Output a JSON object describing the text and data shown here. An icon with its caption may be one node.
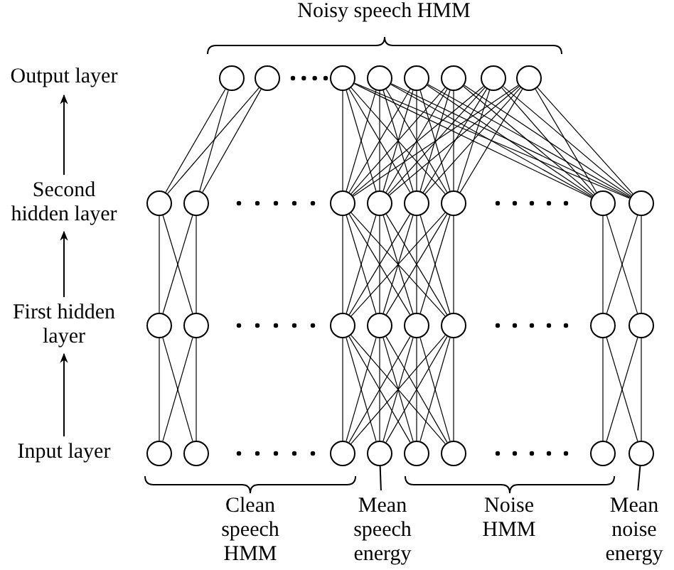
{
  "diagram": {
    "nodes": [
      {
        "text": [
          "Output layer"
        ]
      },
      {
        "text": [],
        "shape": "circle"
      },
      {
        "text": [],
        "shape": "circle"
      },
      {
        "text": [],
        "shape": "circle"
      },
      {
        "text": [],
        "shape": "circle"
      },
      {
        "text": [],
        "shape": "circle"
      },
      {
        "text": [],
        "shape": "circle"
      },
      {
        "text": [],
        "shape": "circle"
      },
      {
        "text": [],
        "shape": "circle"
      },
      {
        "text": [
          "Second hidden layer"
        ]
      },
      {
        "text": [],
        "shape": "circle"
      },
      {
        "text": [],
        "shape": "circle"
      },
      {
        "text": [],
        "shape": "circle"
      },
      {
        "text": [],
        "shape": "circle"
      },
      {
        "text": [],
        "shape": "circle"
      },
      {
        "text": [],
        "shape": "circle"
      },
      {
        "text": [],
        "shape": "circle"
      },
      {
        "text": [],
        "shape": "circle"
      },
      {
        "text": [
          "First hidden layer"
        ]
      },
      {
        "text": [],
        "shape": "circle"
      },
      {
        "text": [],
        "shape": "circle"
      },
      {
        "text": [],
        "shape": "circle"
      },
      {
        "text": [],
        "shape": "circle"
      },
      {
        "text": [],
        "shape": "circle"
      },
      {
        "text": [],
        "shape": "circle"
      },
      {
        "text": [],
        "shape": "circle"
      },
      {
        "text": [],
        "shape": "circle"
      },
      {
        "text": [
          "Input layer"
        ]
      },
      {
        "text": [],
        "shape": "circle"
      },
      {
        "text": [],
        "shape": "circle"
      },
      {
        "text": [],
        "shape": "circle"
      },
      {
        "text": [],
        "shape": "circle"
      },
      {
        "text": [],
        "shape": "circle"
      },
      {
        "text": [],
        "shape": "circle"
      },
      {
        "text": [],
        "shape": "circle"
      },
      {
        "text": [],
        "shape": "circle"
      },
      {
        "text": [
          "Mean speech energy"
        ]
      },
      {
        "text": [
          "Mean noise energy"
        ]
      }
    ],
    "edges": [
      {
        "from": 27,
        "to": 18,
        "arrow": "to"
      },
      {
        "from": 18,
        "to": 9,
        "arrow": "to"
      },
      {
        "from": 9,
        "to": 0,
        "arrow": "to"
      },
      {
        "from": 36,
        "to": 31,
        "arrow": "none"
      },
      {
        "from": 37,
        "to": 35,
        "arrow": "none"
      },
      {
        "from": 28,
        "to": 19,
        "arrow": "none"
      },
      {
        "from": 28,
        "to": 20,
        "arrow": "none"
      },
      {
        "from": 29,
        "to": 19,
        "arrow": "none"
      },
      {
        "from": 29,
        "to": 20,
        "arrow": "none"
      },
      {
        "from": 30,
        "to": 21,
        "arrow": "none"
      },
      {
        "from": 30,
        "to": 22,
        "arrow": "none"
      },
      {
        "from": 30,
        "to": 23,
        "arrow": "none"
      },
      {
        "from": 30,
        "to": 24,
        "arrow": "none"
      },
      {
        "from": 31,
        "to": 21,
        "arrow": "none"
      },
      {
        "from": 31,
        "to": 22,
        "arrow": "none"
      },
      {
        "from": 31,
        "to": 23,
        "arrow": "none"
      },
      {
        "from": 31,
        "to": 24,
        "arrow": "none"
      },
      {
        "from": 32,
        "to": 21,
        "arrow": "none"
      },
      {
        "from": 32,
        "to": 22,
        "arrow": "none"
      },
      {
        "from": 32,
        "to": 23,
        "arrow": "none"
      },
      {
        "from": 32,
        "to": 24,
        "arrow": "none"
      },
      {
        "from": 33,
        "to": 21,
        "arrow": "none"
      },
      {
        "from": 33,
        "to": 22,
        "arrow": "none"
      },
      {
        "from": 33,
        "to": 23,
        "arrow": "none"
      },
      {
        "from": 33,
        "to": 24,
        "arrow": "none"
      },
      {
        "from": 34,
        "to": 25,
        "arrow": "none"
      },
      {
        "from": 34,
        "to": 26,
        "arrow": "none"
      },
      {
        "from": 35,
        "to": 25,
        "arrow": "none"
      },
      {
        "from": 35,
        "to": 26,
        "arrow": "none"
      },
      {
        "from": 19,
        "to": 10,
        "arrow": "none"
      },
      {
        "from": 19,
        "to": 11,
        "arrow": "none"
      },
      {
        "from": 20,
        "to": 10,
        "arrow": "none"
      },
      {
        "from": 20,
        "to": 11,
        "arrow": "none"
      },
      {
        "from": 21,
        "to": 12,
        "arrow": "none"
      },
      {
        "from": 21,
        "to": 13,
        "arrow": "none"
      },
      {
        "from": 21,
        "to": 14,
        "arrow": "none"
      },
      {
        "from": 21,
        "to": 15,
        "arrow": "none"
      },
      {
        "from": 22,
        "to": 12,
        "arrow": "none"
      },
      {
        "from": 22,
        "to": 13,
        "arrow": "none"
      },
      {
        "from": 22,
        "to": 14,
        "arrow": "none"
      },
      {
        "from": 22,
        "to": 15,
        "arrow": "none"
      },
      {
        "from": 23,
        "to": 12,
        "arrow": "none"
      },
      {
        "from": 23,
        "to": 13,
        "arrow": "none"
      },
      {
        "from": 23,
        "to": 14,
        "arrow": "none"
      },
      {
        "from": 23,
        "to": 15,
        "arrow": "none"
      },
      {
        "from": 24,
        "to": 12,
        "arrow": "none"
      },
      {
        "from": 24,
        "to": 13,
        "arrow": "none"
      },
      {
        "from": 24,
        "to": 14,
        "arrow": "none"
      },
      {
        "from": 24,
        "to": 15,
        "arrow": "none"
      },
      {
        "from": 25,
        "to": 16,
        "arrow": "none"
      },
      {
        "from": 25,
        "to": 17,
        "arrow": "none"
      },
      {
        "from": 26,
        "to": 16,
        "arrow": "none"
      },
      {
        "from": 26,
        "to": 17,
        "arrow": "none"
      },
      {
        "from": 10,
        "to": 1,
        "arrow": "none"
      },
      {
        "from": 10,
        "to": 2,
        "arrow": "none"
      },
      {
        "from": 11,
        "to": 1,
        "arrow": "none"
      },
      {
        "from": 11,
        "to": 2,
        "arrow": "none"
      },
      {
        "from": 12,
        "to": 3,
        "arrow": "none"
      },
      {
        "from": 12,
        "to": 4,
        "arrow": "none"
      },
      {
        "from": 12,
        "to": 5,
        "arrow": "none"
      },
      {
        "from": 12,
        "to": 6,
        "arrow": "none"
      },
      {
        "from": 12,
        "to": 7,
        "arrow": "none"
      },
      {
        "from": 12,
        "to": 8,
        "arrow": "none"
      },
      {
        "from": 13,
        "to": 3,
        "arrow": "none"
      },
      {
        "from": 13,
        "to": 4,
        "arrow": "none"
      },
      {
        "from": 13,
        "to": 5,
        "arrow": "none"
      },
      {
        "from": 13,
        "to": 6,
        "arrow": "none"
      },
      {
        "from": 13,
        "to": 7,
        "arrow": "none"
      },
      {
        "from": 13,
        "to": 8,
        "arrow": "none"
      },
      {
        "from": 14,
        "to": 3,
        "arrow": "none"
      },
      {
        "from": 14,
        "to": 4,
        "arrow": "none"
      },
      {
        "from": 14,
        "to": 5,
        "arrow": "none"
      },
      {
        "from": 14,
        "to": 6,
        "arrow": "none"
      },
      {
        "from": 14,
        "to": 7,
        "arrow": "none"
      },
      {
        "from": 14,
        "to": 8,
        "arrow": "none"
      },
      {
        "from": 15,
        "to": 3,
        "arrow": "none"
      },
      {
        "from": 15,
        "to": 4,
        "arrow": "none"
      },
      {
        "from": 15,
        "to": 5,
        "arrow": "none"
      },
      {
        "from": 15,
        "to": 6,
        "arrow": "none"
      },
      {
        "from": 15,
        "to": 7,
        "arrow": "none"
      },
      {
        "from": 15,
        "to": 8,
        "arrow": "none"
      },
      {
        "from": 16,
        "to": 3,
        "arrow": "none"
      },
      {
        "from": 16,
        "to": 4,
        "arrow": "none"
      },
      {
        "from": 16,
        "to": 5,
        "arrow": "none"
      },
      {
        "from": 16,
        "to": 6,
        "arrow": "none"
      },
      {
        "from": 16,
        "to": 7,
        "arrow": "none"
      },
      {
        "from": 16,
        "to": 8,
        "arrow": "none"
      },
      {
        "from": 17,
        "to": 3,
        "arrow": "none"
      },
      {
        "from": 17,
        "to": 4,
        "arrow": "none"
      },
      {
        "from": 17,
        "to": 5,
        "arrow": "none"
      },
      {
        "from": 17,
        "to": 6,
        "arrow": "none"
      },
      {
        "from": 17,
        "to": 7,
        "arrow": "none"
      },
      {
        "from": 17,
        "to": 8,
        "arrow": "none"
      }
    ],
    "labels": [
      "Noisy speech HMM",
      "Clean speech HMM",
      "Noise HMM"
    ]
  }
}
